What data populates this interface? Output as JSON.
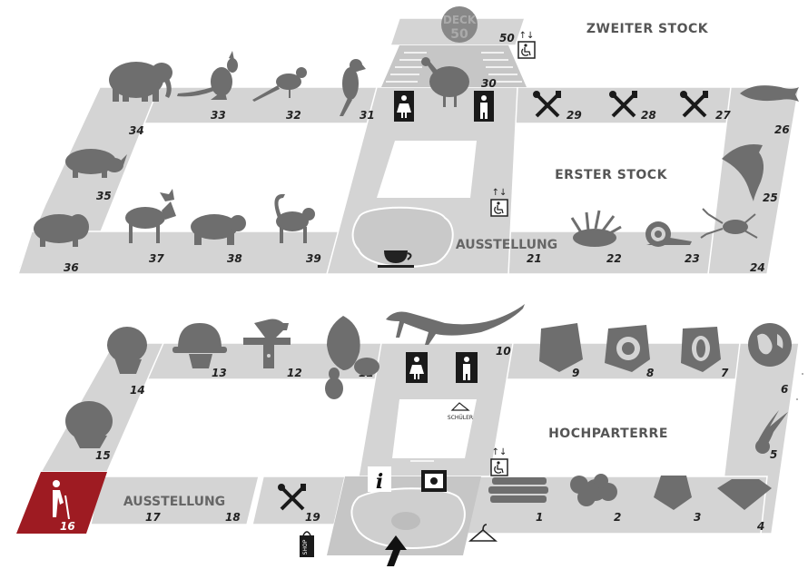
{
  "floors": {
    "upper": "ZWEITER STOCK",
    "first": "ERSTER STOCK",
    "ground": "HOCHPARTERRE"
  },
  "deck": {
    "line1": "DECK",
    "line2": "50"
  },
  "exhibitions": {
    "first": "AUSSTELLUNG",
    "ground": "AUSSTELLUNG"
  },
  "rooms_first": {
    "r21": "21",
    "r22": "22",
    "r23": "23",
    "r24": "24",
    "r25": "25",
    "r26": "26",
    "r27": "27",
    "r28": "28",
    "r29": "29",
    "r30": "30",
    "r31": "31",
    "r32": "32",
    "r33": "33",
    "r34": "34",
    "r35": "35",
    "r36": "36",
    "r37": "37",
    "r38": "38",
    "r39": "39",
    "r50": "50"
  },
  "rooms_ground": {
    "r1": "1",
    "r2": "2",
    "r3": "3",
    "r4": "4",
    "r5": "5",
    "r6": "6",
    "r7": "7",
    "r8": "8",
    "r9": "9",
    "r10": "10",
    "r11": "11",
    "r12": "12",
    "r13": "13",
    "r14": "14",
    "r15": "15",
    "r16": "16",
    "r17": "17",
    "r18": "18",
    "r19": "19"
  },
  "labels": {
    "schueler": "SCHÜLER",
    "shop": "SHOP",
    "info": "i"
  },
  "highlight_room": "16",
  "colors": {
    "floor": "#d4d4d4",
    "icons": "#6e6e6e",
    "highlight": "#9e1b22",
    "labels": "#222222"
  }
}
